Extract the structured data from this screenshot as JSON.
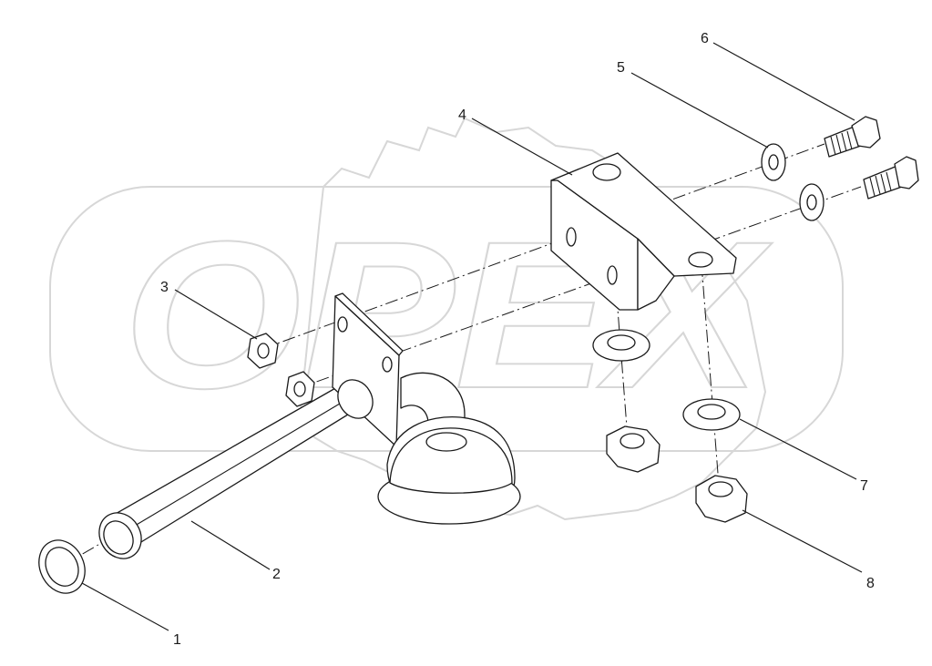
{
  "watermark": {
    "text": "OPEX"
  },
  "callouts": [
    {
      "label": "1"
    },
    {
      "label": "2"
    },
    {
      "label": "3"
    },
    {
      "label": "4"
    },
    {
      "label": "5"
    },
    {
      "label": "6"
    },
    {
      "label": "7"
    },
    {
      "label": "8"
    }
  ],
  "colors": {
    "line": "#1a1a1a",
    "watermark": "#d7d7d7",
    "background": "#ffffff"
  }
}
